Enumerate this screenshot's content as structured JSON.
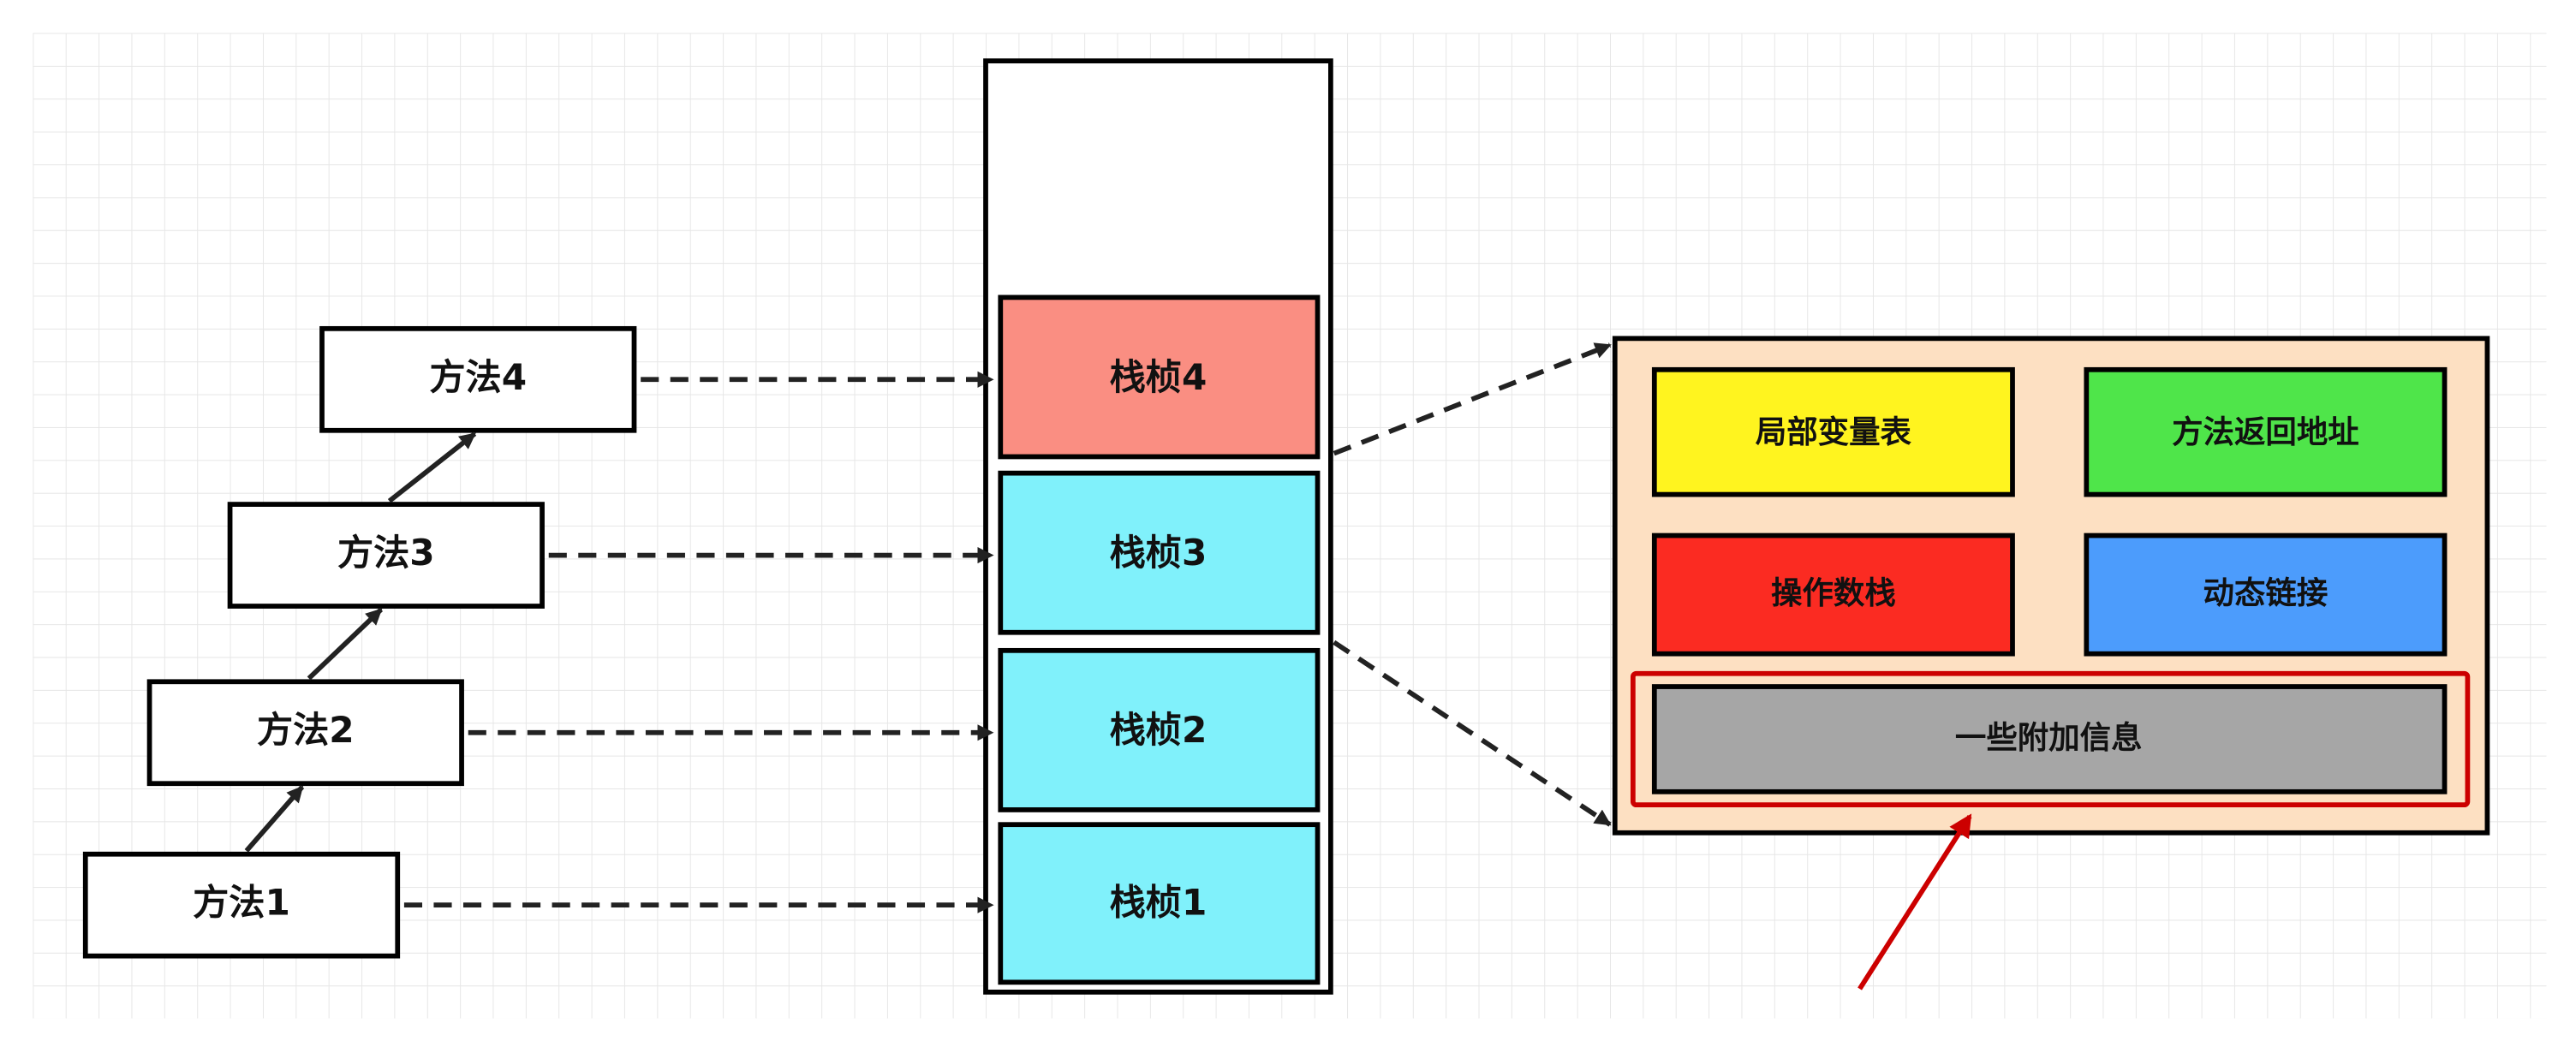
{
  "methods": [
    "方法1",
    "方法2",
    "方法3",
    "方法4"
  ],
  "frames": [
    "栈桢1",
    "栈桢2",
    "栈桢3",
    "栈桢4"
  ],
  "frame_detail": {
    "local_vars": "局部变量表",
    "return_address": "方法返回地址",
    "operand_stack": "操作数栈",
    "dynamic_linking": "动态链接",
    "extra_info": "一些附加信息"
  },
  "colors": {
    "frame_top": "#FA8E82",
    "frame": "#80F1FB",
    "panel": "#FDE0C2",
    "local_vars": "#FFF41F",
    "return_address": "#4FE54A",
    "operand_stack": "#FB2B22",
    "dynamic_linking": "#4C9CFC",
    "extra_info": "#A6A6A6",
    "highlight": "#CC0000"
  }
}
